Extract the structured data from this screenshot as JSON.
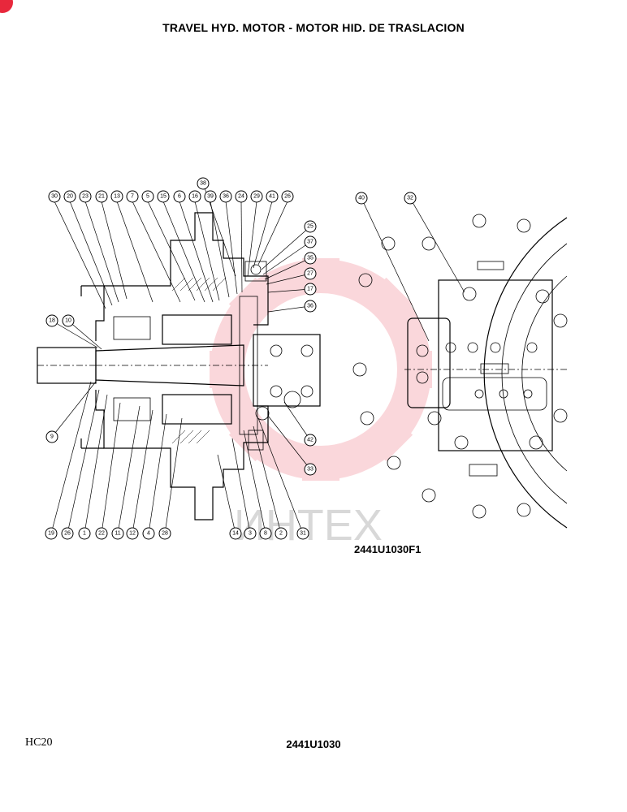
{
  "title": "TRAVEL HYD. MOTOR - MOTOR HID. DE TRASLACION",
  "figure_code": "2441U1030F1",
  "footer_left": "HC20",
  "footer_center": "2441U1030",
  "watermark": "ИНТЕХ",
  "callouts_top": [
    "30",
    "20",
    "23",
    "21",
    "13",
    "7",
    "5",
    "15",
    "6",
    "16",
    "39",
    "38",
    "36",
    "24",
    "29",
    "41",
    "26"
  ],
  "callout_38": "38",
  "callouts_right": [
    "25",
    "37",
    "35",
    "27",
    "17",
    "36"
  ],
  "callouts_side": [
    "18",
    "10",
    "9",
    "42",
    "33",
    "40",
    "32"
  ],
  "callouts_bottom": [
    "19",
    "26",
    "1",
    "22",
    "11",
    "12",
    "4",
    "28",
    "14",
    "3",
    "8",
    "2",
    "31"
  ]
}
